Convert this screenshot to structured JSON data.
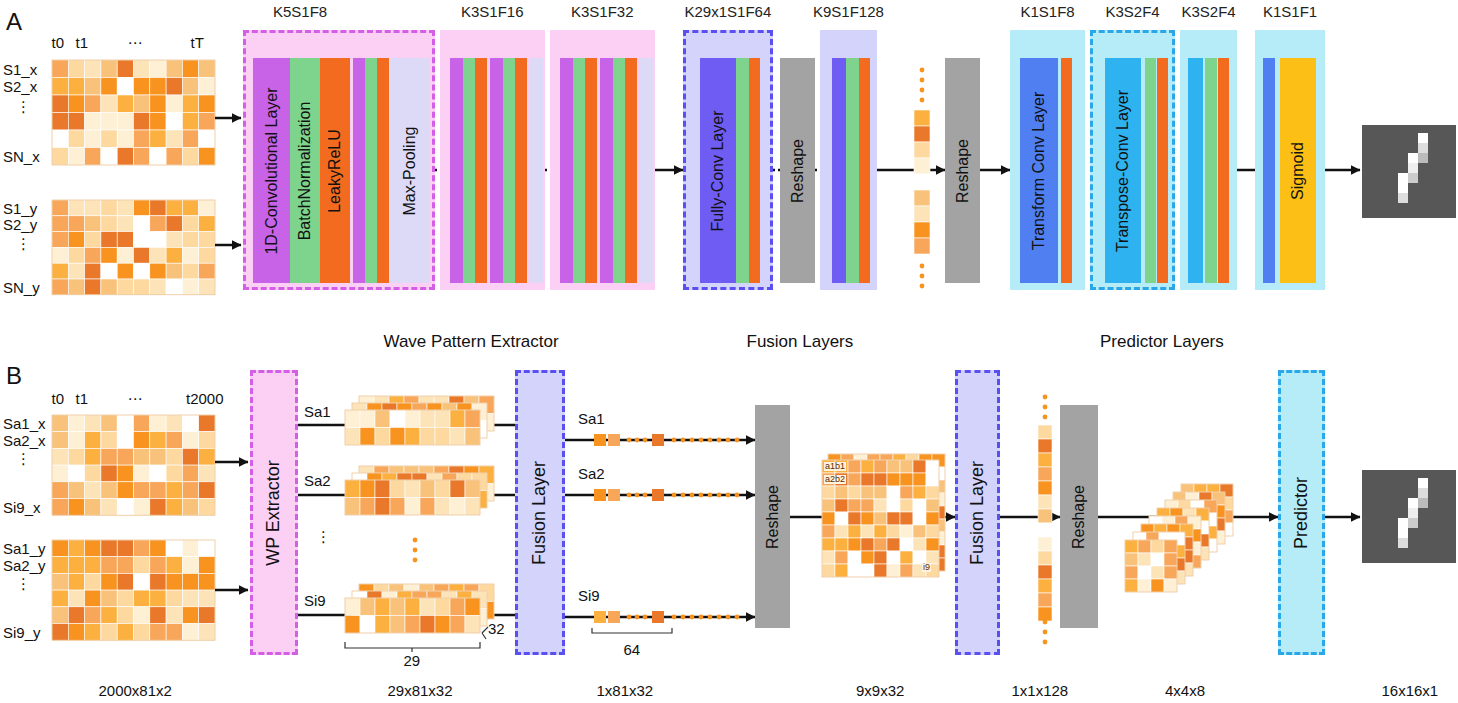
{
  "diagram": {
    "nodes": [
      {
        "text": [
          "K5S1F8"
        ]
      },
      {
        "text": [
          "1D-Convolutional Layer"
        ],
        "in": 0
      },
      {
        "text": [
          "BatchNormalization"
        ],
        "in": 0
      },
      {
        "text": [
          "LeakyReLU"
        ],
        "in": 0
      },
      {
        "text": [
          "Max-Pooling"
        ],
        "in": 0
      },
      {
        "text": [
          "K3S1F16"
        ]
      },
      {
        "text": [
          "K3S1F32"
        ]
      },
      {
        "text": [
          "K29x1S1F64"
        ]
      },
      {
        "text": [
          "Fully-Conv Layer"
        ],
        "in": 7
      },
      {
        "text": [
          "Reshape"
        ]
      },
      {
        "text": [
          "K9S1F128"
        ]
      },
      {
        "text": [
          "Reshape"
        ]
      },
      {
        "text": [
          "K1S1F8"
        ]
      },
      {
        "text": [
          "Transform Conv Layer"
        ],
        "in": 12
      },
      {
        "text": [
          "K3S2F4"
        ]
      },
      {
        "text": [
          "Transpose-Conv Layer"
        ],
        "in": 14
      },
      {
        "text": [
          "K3S2F4"
        ]
      },
      {
        "text": [
          "K1S1F1"
        ]
      },
      {
        "text": [
          "Sigmoid"
        ],
        "in": 17
      },
      {
        "text": [
          "WP Extractor"
        ]
      },
      {
        "text": [
          "Fusion Layer"
        ]
      },
      {
        "text": [
          "Reshape"
        ]
      },
      {
        "text": [
          "Fusion Layer"
        ]
      },
      {
        "text": [
          "Reshape"
        ]
      },
      {
        "text": [
          "Predictor"
        ]
      }
    ],
    "edges": [
      {
        "from": 0,
        "to": 5,
        "arrow": "none"
      },
      {
        "from": 5,
        "to": 6,
        "arrow": "none"
      },
      {
        "from": 6,
        "to": 7,
        "arrow": "to"
      },
      {
        "from": 7,
        "to": 9,
        "arrow": "none"
      },
      {
        "from": 9,
        "to": 10,
        "arrow": "none"
      },
      {
        "from": 10,
        "to": 11,
        "arrow": "to"
      },
      {
        "from": 11,
        "to": 12,
        "arrow": "to"
      },
      {
        "from": 16,
        "to": 17,
        "arrow": "none"
      },
      {
        "from": 19,
        "to": 20,
        "arrow": "none"
      },
      {
        "from": 19,
        "to": 20,
        "arrow": "none"
      },
      {
        "from": 19,
        "to": 20,
        "arrow": "none"
      },
      {
        "from": 20,
        "to": 21,
        "arrow": "to"
      },
      {
        "from": 20,
        "to": 21,
        "arrow": "to"
      },
      {
        "from": 20,
        "to": 21,
        "arrow": "to"
      },
      {
        "from": 21,
        "to": 22,
        "arrow": "to"
      },
      {
        "from": 22,
        "to": 23,
        "arrow": "to"
      },
      {
        "from": 23,
        "to": 24,
        "arrow": "to"
      }
    ],
    "labels": [
      "A",
      "t0",
      "t1",
      "⋯",
      "tT",
      "S1_x",
      "S2_x",
      "⋮",
      "SN_x",
      "S1_y",
      "S2_y",
      "⋮",
      "SN_y",
      "Wave Pattern Extractor",
      "Fusion Layers",
      "Predictor Layers",
      "B",
      "t0",
      "t1",
      "⋯",
      "t2000",
      "Sa1_x",
      "Sa2_x",
      "⋮",
      "Si9_x",
      "Sa1_y",
      "Sa2_y",
      "⋮",
      "Si9_y",
      "Sa1",
      "Sa2",
      "⋮",
      "Si9",
      "29",
      "32",
      "Sa1",
      "Sa2",
      "Si9",
      "64",
      "a1b1",
      "a2b2",
      "i9",
      "2000x81x2",
      "29x81x32",
      "1x81x32",
      "9x9x32",
      "1x1x128",
      "4x4x8",
      "16x16x1"
    ]
  }
}
